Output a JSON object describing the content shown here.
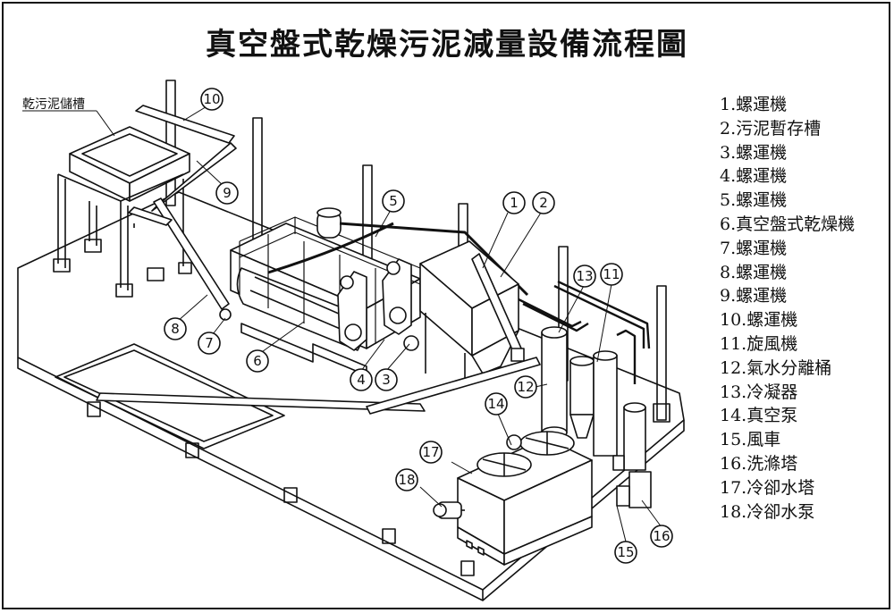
{
  "title": "真空盤式乾燥污泥減量設備流程圖",
  "storage_label": "乾污泥儲槽",
  "legend": [
    {
      "num": "1.",
      "name": "螺運機"
    },
    {
      "num": "2.",
      "name": "污泥暫存槽"
    },
    {
      "num": "3.",
      "name": "螺運機"
    },
    {
      "num": "4.",
      "name": "螺運機"
    },
    {
      "num": "5.",
      "name": "螺運機"
    },
    {
      "num": "6.",
      "name": "真空盤式乾燥機"
    },
    {
      "num": "7.",
      "name": "螺運機"
    },
    {
      "num": "8.",
      "name": "螺運機"
    },
    {
      "num": "9.",
      "name": "螺運機"
    },
    {
      "num": "10.",
      "name": "螺運機"
    },
    {
      "num": "11.",
      "name": "旋風機"
    },
    {
      "num": "12.",
      "name": "氣水分離桶"
    },
    {
      "num": "13.",
      "name": "冷凝器"
    },
    {
      "num": "14.",
      "name": "真空泵"
    },
    {
      "num": "15.",
      "name": "風車"
    },
    {
      "num": "16.",
      "name": "洗滌塔"
    },
    {
      "num": "17.",
      "name": "冷卻水塔"
    },
    {
      "num": "18.",
      "name": "冷卻水泵"
    }
  ],
  "callouts": [
    {
      "id": "1",
      "label": "1"
    },
    {
      "id": "2",
      "label": "2"
    },
    {
      "id": "3",
      "label": "3"
    },
    {
      "id": "4",
      "label": "4"
    },
    {
      "id": "5",
      "label": "5"
    },
    {
      "id": "6",
      "label": "6"
    },
    {
      "id": "7",
      "label": "7"
    },
    {
      "id": "8",
      "label": "8"
    },
    {
      "id": "9",
      "label": "9"
    },
    {
      "id": "10",
      "label": "10"
    },
    {
      "id": "11",
      "label": "11"
    },
    {
      "id": "12",
      "label": "12"
    },
    {
      "id": "13",
      "label": "13"
    },
    {
      "id": "14",
      "label": "14"
    },
    {
      "id": "15",
      "label": "15"
    },
    {
      "id": "16",
      "label": "16"
    },
    {
      "id": "17",
      "label": "17"
    },
    {
      "id": "18",
      "label": "18"
    }
  ]
}
